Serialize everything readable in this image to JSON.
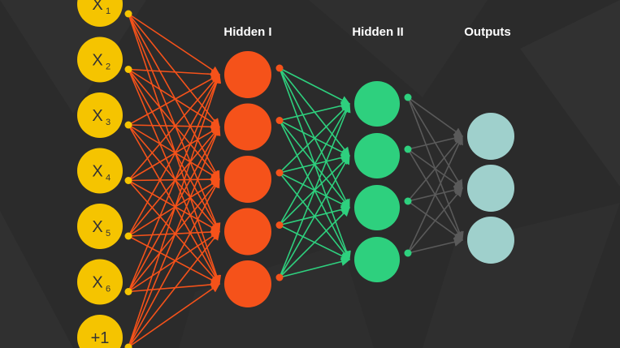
{
  "layers": {
    "hidden1_label": "Hidden I",
    "hidden2_label": "Hidden II",
    "outputs_label": "Outputs"
  },
  "inputs": [
    {
      "main": "X",
      "sub": "1"
    },
    {
      "main": "X",
      "sub": "2"
    },
    {
      "main": "X",
      "sub": "3"
    },
    {
      "main": "X",
      "sub": "4"
    },
    {
      "main": "X",
      "sub": "5"
    },
    {
      "main": "X",
      "sub": "6"
    },
    {
      "main": "+1",
      "sub": ""
    }
  ],
  "colors": {
    "background": "#2b2b2b",
    "input_node": "#f5c400",
    "hidden1_node": "#f5521a",
    "hidden1_edges": "#f5521a",
    "hidden2_node": "#2ed07e",
    "hidden2_edges": "#2ed07e",
    "output_node": "#9fd0cc",
    "output_edges": "#5a5a5a",
    "label_text": "#ffffff",
    "input_text": "#333333"
  },
  "counts": {
    "inputs": 7,
    "hidden1": 5,
    "hidden2": 4,
    "outputs": 3
  }
}
